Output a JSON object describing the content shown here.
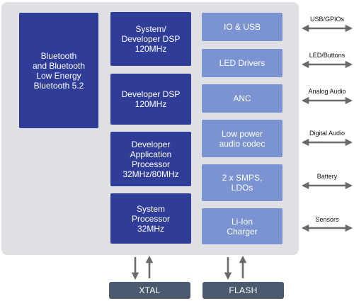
{
  "blocks": {
    "bluetooth": "Bluetooth\nand Bluetooth\nLow Energy\nBluetooth 5.2",
    "sys_dev_dsp": "System/\nDeveloper DSP\n120MHz",
    "dev_dsp": "Developer DSP\n120MHz",
    "dev_app_proc": "Developer\nApplication\nProcessor\n32MHz/80MHz",
    "sys_proc": "System\nProcessor\n32MHz",
    "io_usb": "IO & USB",
    "led_drivers": "LED Drivers",
    "anc": "ANC",
    "audio_codec": "Low power\naudio codec",
    "smps": "2 x SMPS,\nLDOs",
    "charger": "Li-Ion\nCharger"
  },
  "external": {
    "xtal": "XTAL",
    "flash": "FLASH"
  },
  "signals": {
    "usb_gpios": "USB/GPIOs",
    "led_buttons": "LED/Buttons",
    "analog_audio": "Analog Audio",
    "digital_audio": "Digital Audio",
    "battery": "Battery",
    "sensors": "Sensors"
  },
  "colors": {
    "chip_background": "#dfe0e3",
    "core_block": "#2f3d98",
    "peripheral_block": "#7b93d1",
    "external_block": "#4b5a6e",
    "arrow": "#6b6b6b"
  }
}
